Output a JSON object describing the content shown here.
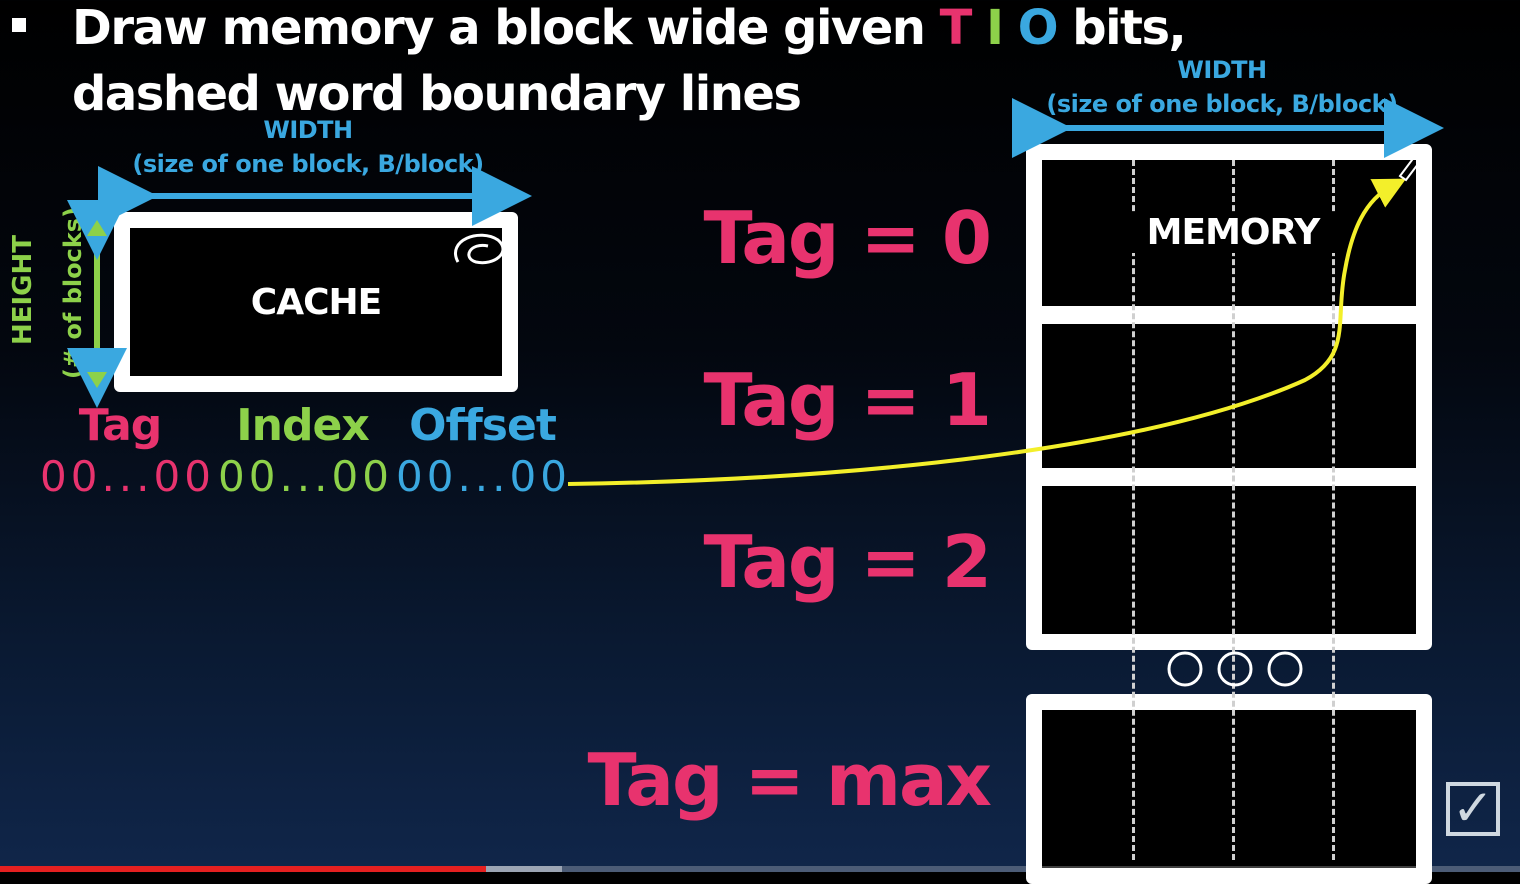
{
  "slide": {
    "title_line1_prefix": "Draw memory a block wide given",
    "title_T": "T",
    "title_I": "I",
    "title_O": "O",
    "title_line1_suffix": "bits,",
    "title_line2": "dashed word boundary lines"
  },
  "cache": {
    "width_label": "WIDTH",
    "width_sublabel": "(size of one block, B/block)",
    "height_label": "HEIGHT",
    "height_sublabel": "(# of blocks)",
    "label": "CACHE"
  },
  "address": {
    "tag_label": "Tag",
    "index_label": "Index",
    "offset_label": "Offset",
    "tag_bits": "00...00",
    "index_bits": "00...00",
    "offset_bits": "00...00"
  },
  "memory": {
    "width_label": "WIDTH",
    "width_sublabel": "(size of one block, B/block)",
    "label": "MEMORY",
    "tags": [
      "Tag = 0",
      "Tag = 1",
      "Tag = 2",
      "Tag = max"
    ]
  },
  "player": {
    "progress_fraction": 0.32,
    "buffered_fraction": 0.37
  },
  "colors": {
    "tag": "#e8336e",
    "index": "#8dd14a",
    "offset": "#3aa8e0",
    "arrow": "#f3ef2a",
    "progress": "#e52020"
  },
  "icons": {
    "check": "checkbox-icon"
  }
}
